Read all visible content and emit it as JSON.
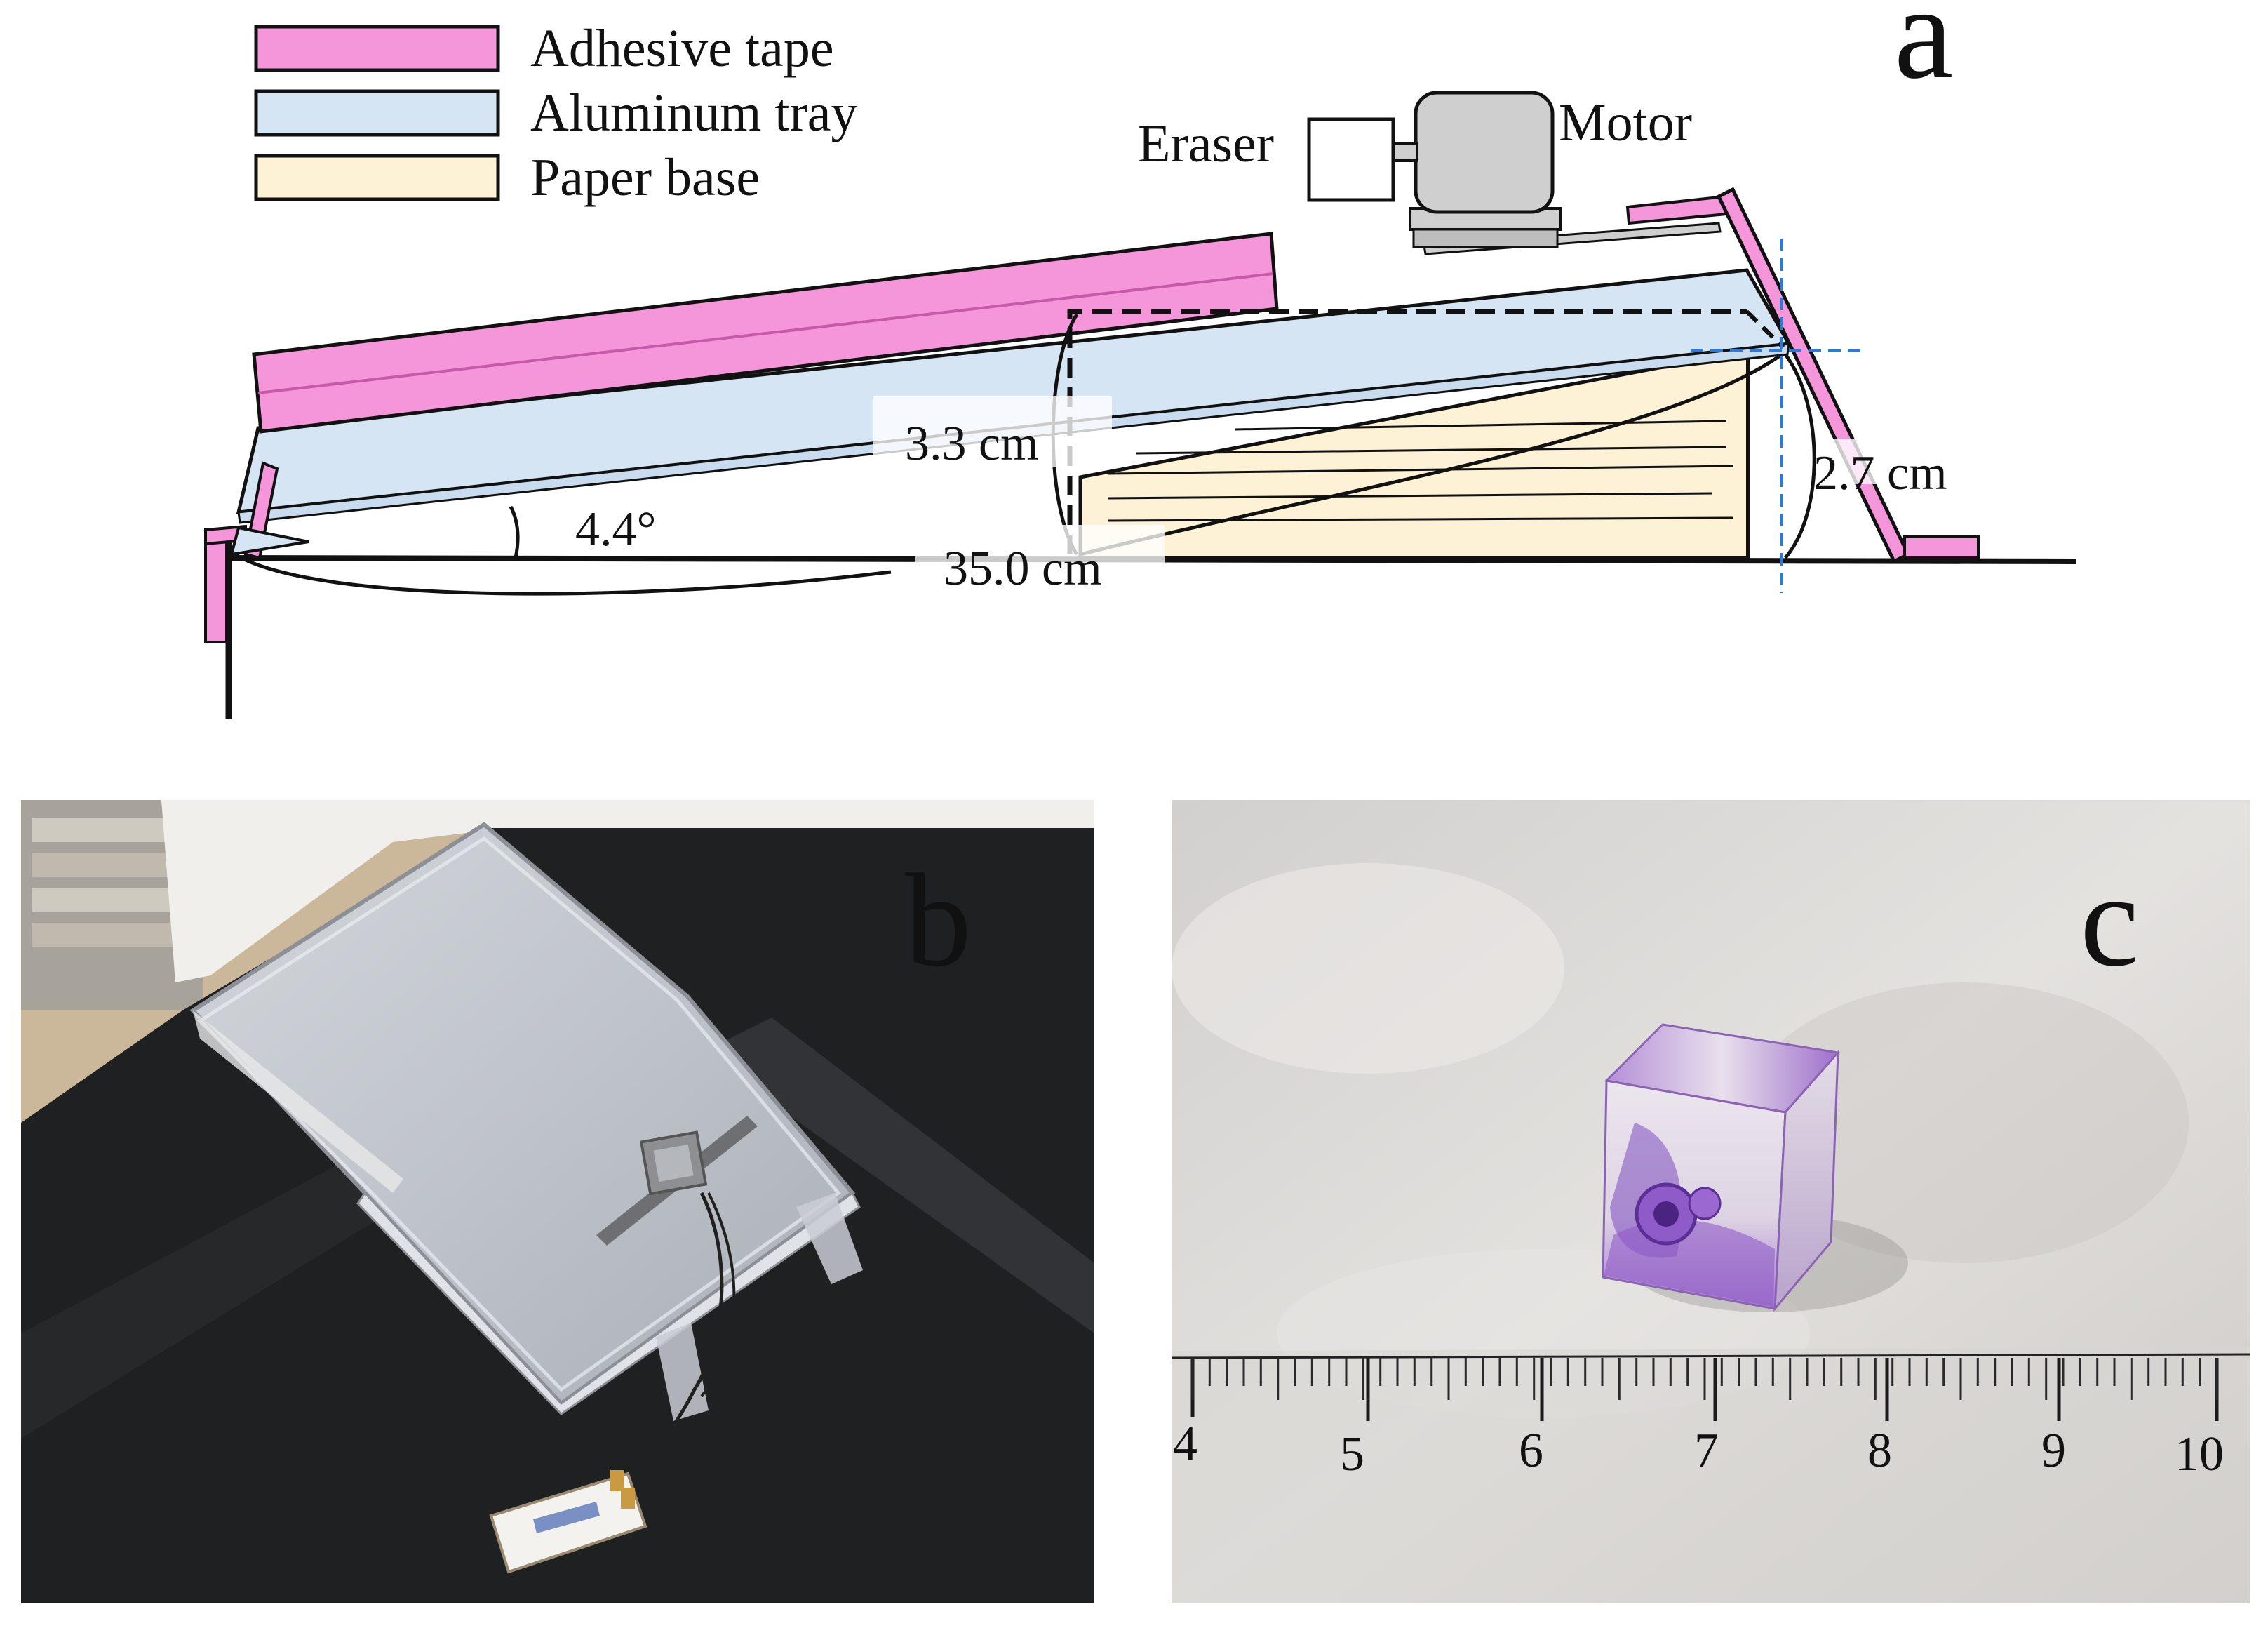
{
  "legend": [
    {
      "label": "Adhesive tape",
      "color": "#f596db"
    },
    {
      "label": "Aluminum tray",
      "color": "#d6e5f3"
    },
    {
      "label": "Paper base",
      "color": "#fdf2d6"
    }
  ],
  "components": {
    "eraser_label": "Eraser",
    "motor_label": "Motor"
  },
  "dimensions": {
    "angle": "4.4°",
    "height_mid": "3.3 cm",
    "height_end": "2.7 cm",
    "length": "35.0 cm"
  },
  "panels": {
    "a": "a",
    "b": "b",
    "c": "c"
  },
  "ruler": {
    "ticks": [
      "4",
      "5",
      "6",
      "7",
      "8",
      "9",
      "10"
    ]
  },
  "colors": {
    "motor": "#cfcfcf",
    "guide_line": "#2b7bd6",
    "photo_surface_dark": "#1e2022",
    "photo_tray": "#c8cbcf",
    "photo_paper": "#dedcda",
    "specimen": "#8f5bc8"
  }
}
